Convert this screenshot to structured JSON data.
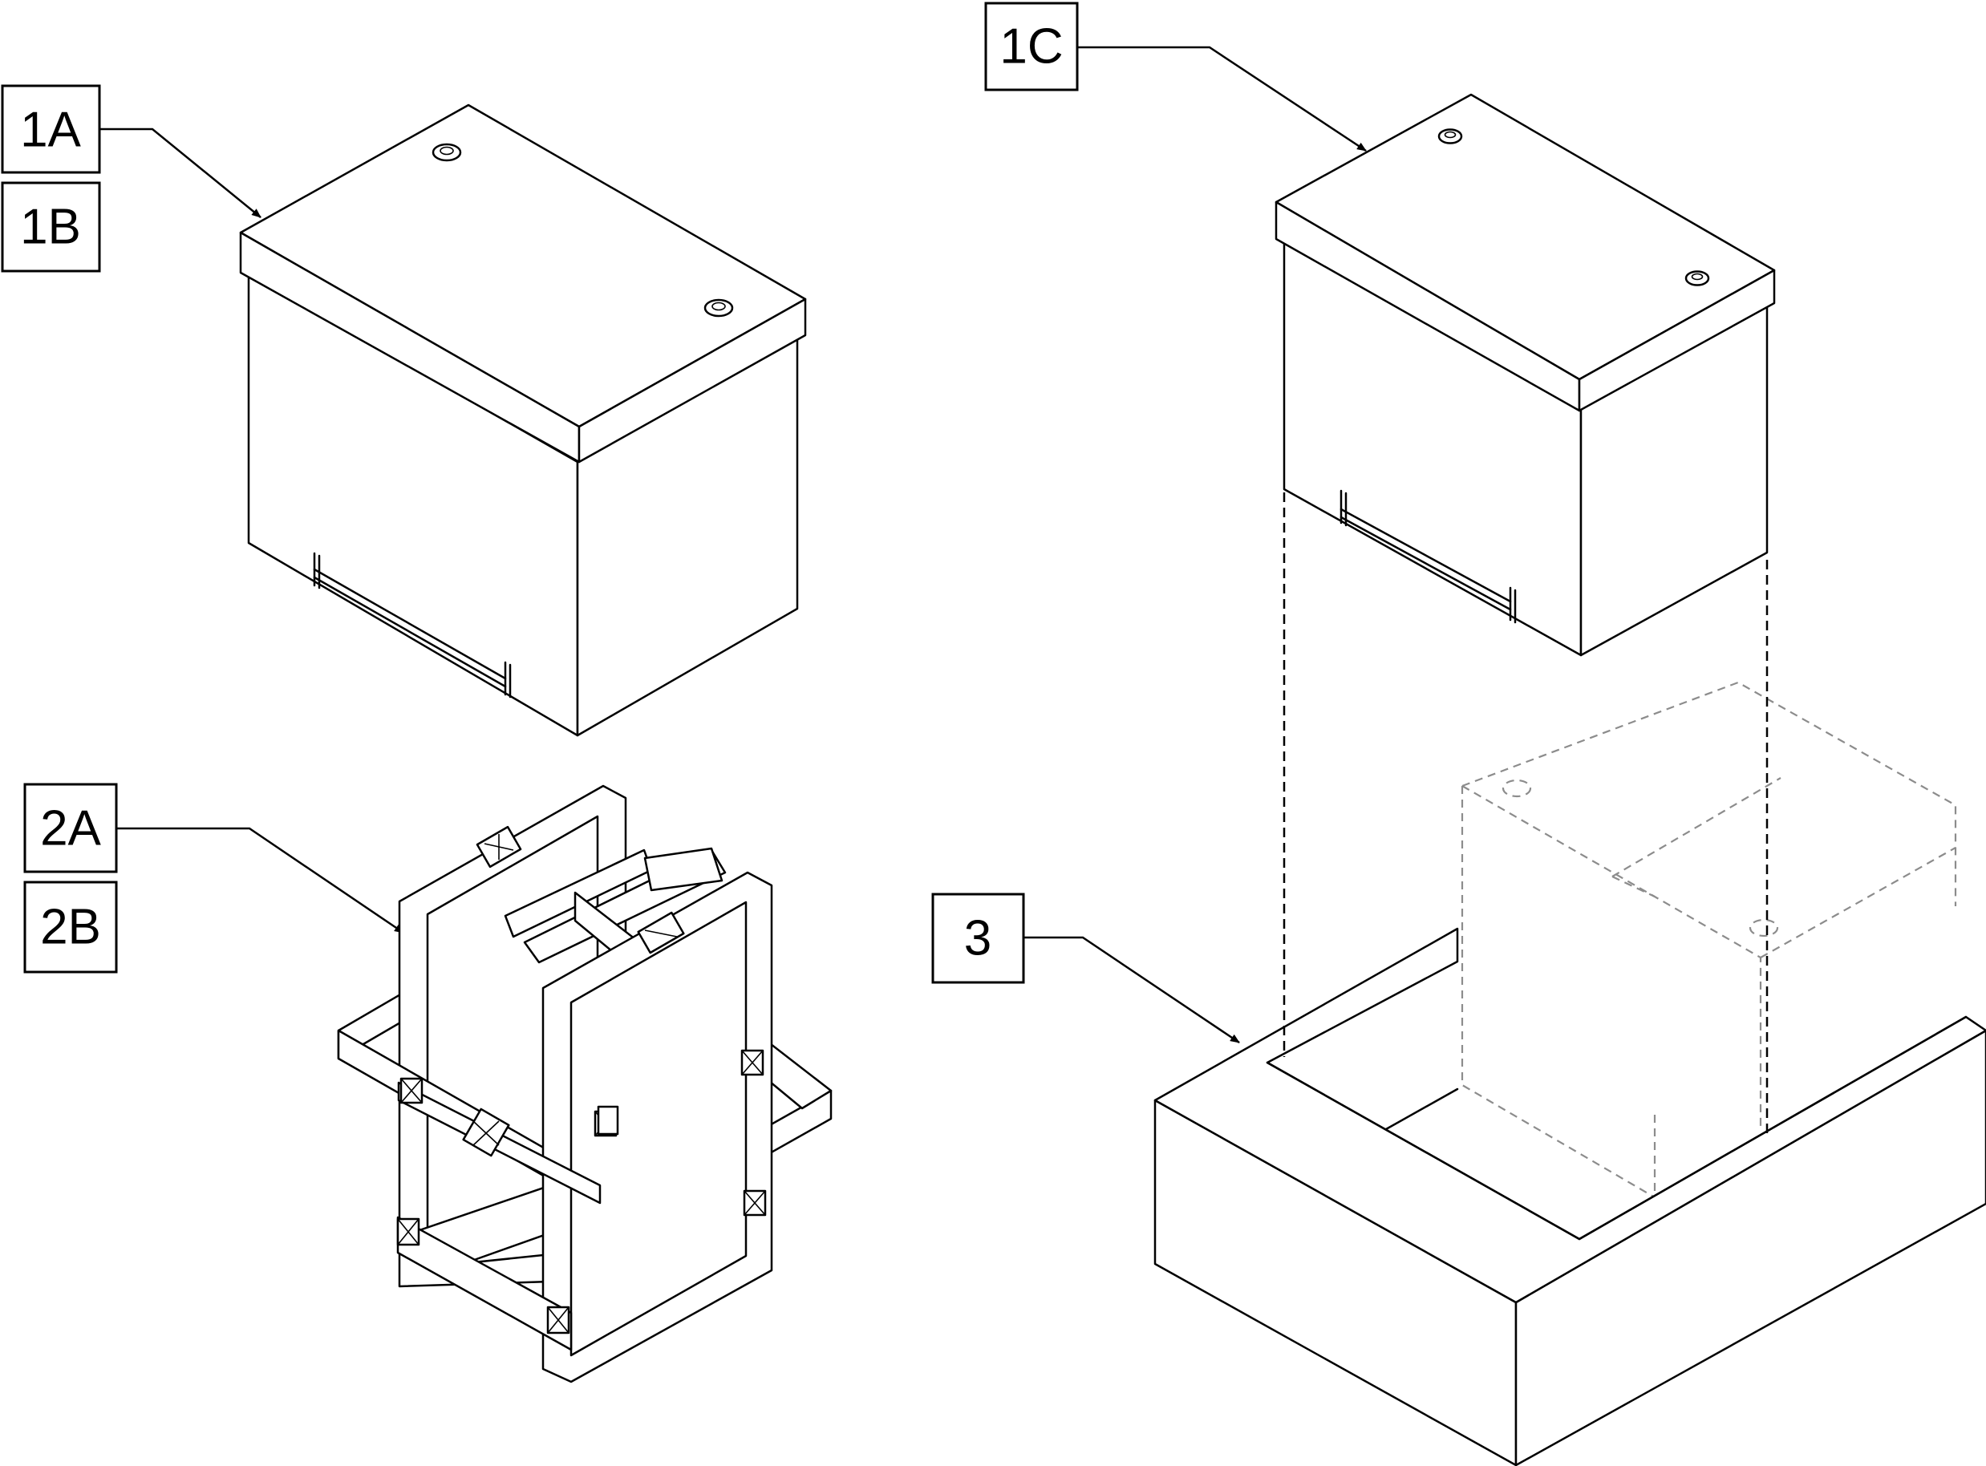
{
  "callouts": {
    "c1a": "1A",
    "c1b": "1B",
    "c1c": "1C",
    "c2a": "2A",
    "c2b": "2B",
    "c3": "3"
  },
  "parts": {
    "battery_1a_1b": {
      "icon": "battery-icon"
    },
    "battery_1c": {
      "icon": "battery-icon"
    },
    "battery_tray_3": {
      "icon": "tray-icon"
    },
    "battery_frame_2a_2b": {
      "icon": "frame-icon"
    }
  },
  "colors": {
    "line": "#000000",
    "background": "#ffffff",
    "phantom": "#8c8c8c"
  }
}
